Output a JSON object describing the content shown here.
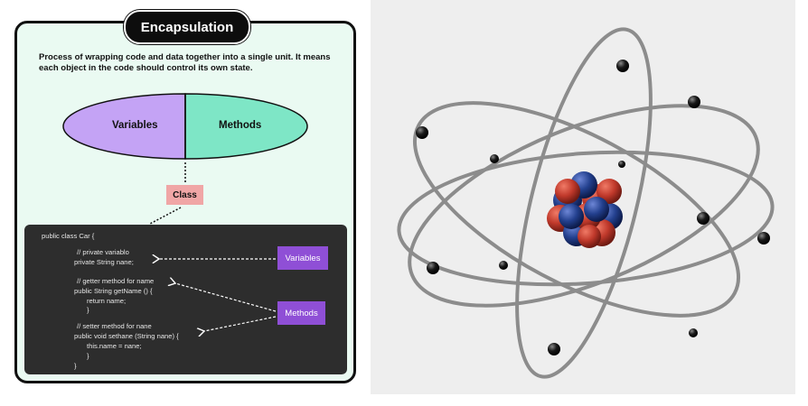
{
  "diagram": {
    "title": "Encapsulation",
    "description": "Process of wrapping code and data together into a single unit. It means each object in the code should control its own state.",
    "ellipse": {
      "left_label": "Variables",
      "right_label": "Methods",
      "left_color": "#c4a3f5",
      "right_color": "#7ee6c6"
    },
    "class_label": "Class",
    "code_lines": [
      "public class Car {",
      "// private variablo",
      "private String nane;",
      "// getter method for name",
      "public String getName () {",
      "return name;",
      "}",
      "// setter method for nane",
      "public void sethane (String nane) {",
      "this.name = nane;",
      "}",
      "}"
    ],
    "tags": {
      "variables": "Variables",
      "methods": "Methods"
    },
    "colors": {
      "card_bg": "#eafaf2",
      "code_bg": "#2d2d2d",
      "tag_bg": "#8f4fd6",
      "class_bg": "#f0a6a6"
    }
  },
  "atom_image": {
    "icon": "atom-model-icon",
    "colors": {
      "proton": "#c0392b",
      "neutron": "#23408e",
      "electron": "#111111"
    }
  }
}
